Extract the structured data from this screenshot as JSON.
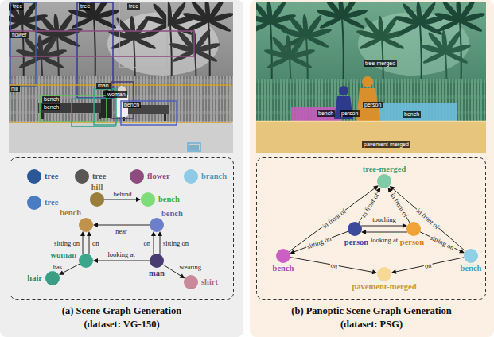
{
  "diagram": {
    "nodes": [
      {
        "text": [
          "tree"
        ]
      },
      {
        "text": [
          "tree"
        ]
      },
      {
        "text": [
          "flower"
        ]
      },
      {
        "text": [
          "branch"
        ]
      },
      {
        "text": [
          "tree"
        ]
      },
      {
        "text": [
          "hill"
        ]
      },
      {
        "text": [
          "bench"
        ]
      },
      {
        "text": [
          "bench"
        ]
      },
      {
        "text": [
          "bench"
        ]
      },
      {
        "text": [
          "woman"
        ]
      },
      {
        "text": [
          "man"
        ]
      },
      {
        "text": [
          "hair"
        ]
      },
      {
        "text": [
          "shirt"
        ]
      },
      {
        "text": [
          "tree-merged"
        ]
      },
      {
        "text": [
          "person"
        ]
      },
      {
        "text": [
          "person"
        ]
      },
      {
        "text": [
          "bench"
        ]
      },
      {
        "text": [
          "bench"
        ]
      },
      {
        "text": [
          "pavement-merged"
        ]
      }
    ],
    "edges": [
      {
        "from": 5,
        "to": 6,
        "arrow": "to",
        "label": "behind"
      },
      {
        "from": 8,
        "to": 7,
        "arrow": "to",
        "label": "near"
      },
      {
        "from": 9,
        "to": 7,
        "arrow": "to",
        "label": "sitting on"
      },
      {
        "from": 9,
        "to": 7,
        "arrow": "to",
        "label": "on"
      },
      {
        "from": 10,
        "to": 8,
        "arrow": "to",
        "label": "on"
      },
      {
        "from": 10,
        "to": 8,
        "arrow": "to",
        "label": "sitting on"
      },
      {
        "from": 10,
        "to": 9,
        "arrow": "to",
        "label": "looking at"
      },
      {
        "from": 9,
        "to": 11,
        "arrow": "to",
        "label": "has"
      },
      {
        "from": 10,
        "to": 12,
        "arrow": "to",
        "label": "wearing"
      },
      {
        "from": 16,
        "to": 13,
        "arrow": "to",
        "label": "in front of"
      },
      {
        "from": 14,
        "to": 13,
        "arrow": "to",
        "label": "in front of"
      },
      {
        "from": 15,
        "to": 13,
        "arrow": "to",
        "label": "in front of"
      },
      {
        "from": 17,
        "to": 13,
        "arrow": "to",
        "label": "in front of"
      },
      {
        "from": 14,
        "to": 16,
        "arrow": "to",
        "label": "sitting on"
      },
      {
        "from": 15,
        "to": 17,
        "arrow": "to",
        "label": "sitting on"
      },
      {
        "from": 14,
        "to": 15,
        "arrow": "to",
        "label": "touching"
      },
      {
        "from": 15,
        "to": 14,
        "arrow": "to",
        "label": "looking at"
      },
      {
        "from": 16,
        "to": 18,
        "arrow": "to",
        "label": "on"
      },
      {
        "from": 17,
        "to": 18,
        "arrow": "to",
        "label": "on"
      }
    ],
    "labels": [
      "tree",
      "tree",
      "tree",
      "flower",
      "hill",
      "man",
      "woman",
      "bench",
      "bench",
      "bench",
      "tree-merged",
      "bench",
      "person",
      "person",
      "bench",
      "pavement-merged",
      "(a) Scene Graph Generation",
      "(dataset: VG-150)",
      "(b) Panoptic Scene Graph Generation",
      "(dataset: PSG)"
    ]
  }
}
